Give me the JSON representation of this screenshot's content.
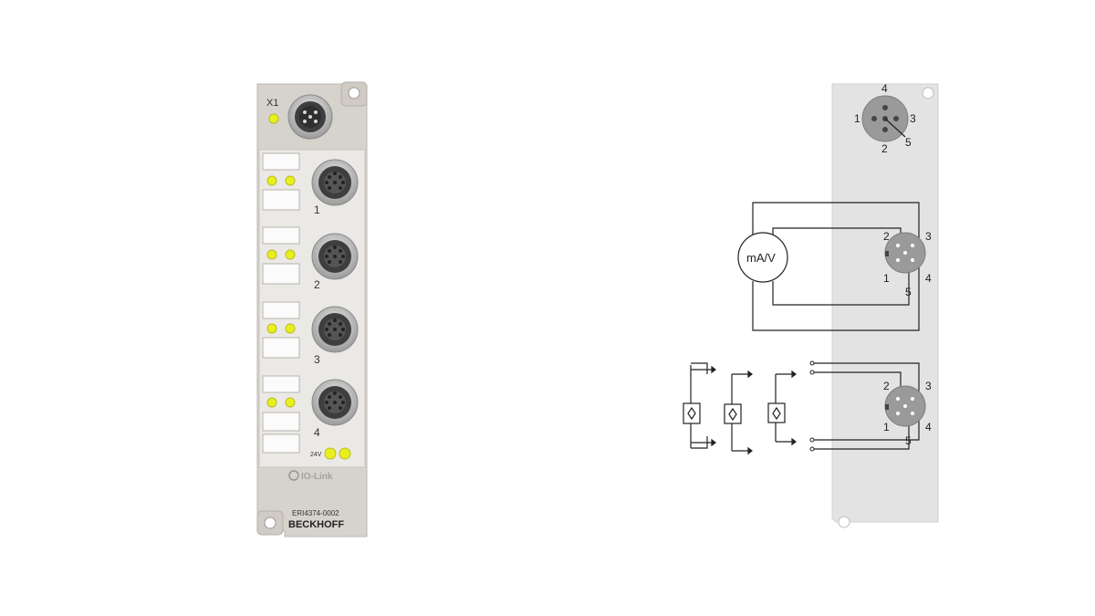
{
  "module": {
    "x1_label": "X1",
    "ports": [
      "1",
      "2",
      "3",
      "4"
    ],
    "supply_label": "24V",
    "protocol_label": "IO-Link",
    "part_number": "ERI4374-0002",
    "brand": "BECKHOFF",
    "colors": {
      "housing": "#d6d2cc",
      "panel": "#ebe9e6",
      "led": "#e9ef1f",
      "connector": "#3e3e3e"
    }
  },
  "diagram": {
    "power_connector_pins": [
      "4",
      "1",
      "3",
      "5",
      "2"
    ],
    "mav_label": "mA/V",
    "upper_port_pins": [
      "2",
      "3",
      "1",
      "5",
      "4"
    ],
    "lower_port_pins": [
      "2",
      "3",
      "1",
      "5",
      "4"
    ],
    "colors": {
      "panel": "#e3e3e3",
      "connector": "#9a9a9a",
      "wire": "#222222"
    }
  }
}
